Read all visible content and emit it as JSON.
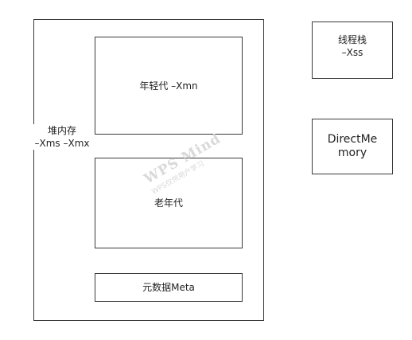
{
  "heap": {
    "title": "堆内存",
    "params": "–Xms –Xmx"
  },
  "young_gen": {
    "label": "年轻代 –Xmn"
  },
  "old_gen": {
    "label": "老年代"
  },
  "metaspace": {
    "label": "元数据Meta"
  },
  "thread_stack": {
    "title": "线程栈",
    "param": "–Xss"
  },
  "direct_memory": {
    "line1": "DirectMe",
    "line2": "mory"
  },
  "watermark": {
    "line1": "WPS Mind",
    "line2": "WPS仅供用户学习"
  },
  "colors": {
    "border": "#3a3a3a",
    "text": "#222222",
    "watermark": "#d9d9d9"
  }
}
